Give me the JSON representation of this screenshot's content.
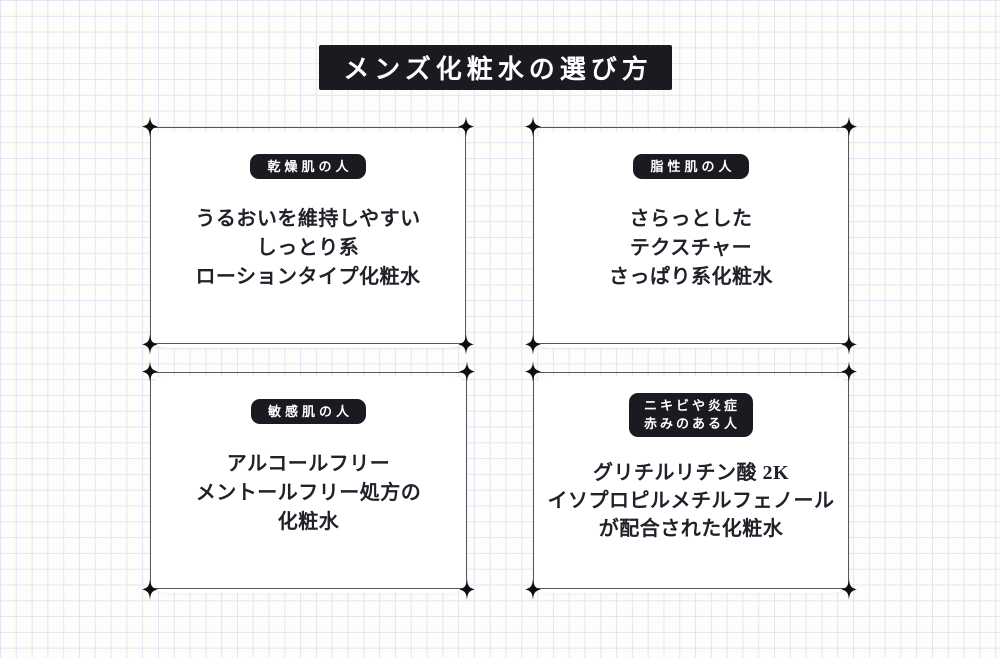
{
  "title": "メンズ化粧水の選び方",
  "colors": {
    "page_bg": "#fdfdfb",
    "grid_line": "#e5e3f2",
    "ink": "#1a1a21",
    "card_bg": "#ffffff",
    "card_border": "#55555e",
    "sparkle": "#0e0e13",
    "badge_text": "#ffffff",
    "body_text": "#21212a"
  },
  "icons": {
    "corner_decoration": "sparkle-four-pointed-star"
  },
  "cards": [
    {
      "id": "dry-skin",
      "badge": [
        "乾燥肌の人"
      ],
      "lines": [
        "うるおいを維持しやすい",
        "しっとり系",
        "ローションタイプ化粧水"
      ]
    },
    {
      "id": "oily-skin",
      "badge": [
        "脂性肌の人"
      ],
      "lines": [
        "さらっとした",
        "テクスチャー",
        "さっぱり系化粧水"
      ]
    },
    {
      "id": "sensitive-skin",
      "badge": [
        "敏感肌の人"
      ],
      "lines": [
        "アルコールフリー",
        "メントールフリー処方の",
        "化粧水"
      ]
    },
    {
      "id": "acne-redness",
      "badge": [
        "ニキビや炎症",
        "赤みのある人"
      ],
      "lines": [
        "グリチルリチン酸 2K",
        "イソプロピルメチルフェノール",
        "が配合された化粧水"
      ]
    }
  ]
}
